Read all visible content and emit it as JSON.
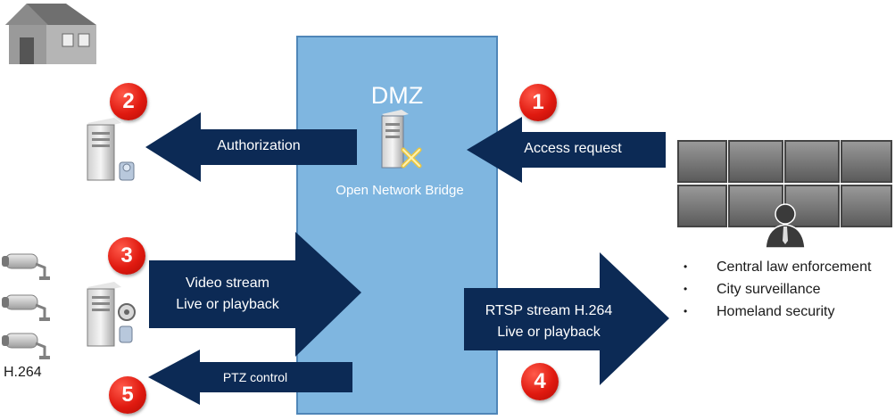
{
  "dmz": {
    "title": "DMZ",
    "bridge_label": "Open Network Bridge"
  },
  "arrows": {
    "authorization": "Authorization",
    "access_request": "Access request",
    "video_stream": [
      "Video stream",
      "Live or playback"
    ],
    "rtsp_stream": [
      "RTSP stream H.264",
      "Live or playback"
    ],
    "ptz_control": "PTZ control"
  },
  "badges": [
    "1",
    "2",
    "3",
    "4",
    "5"
  ],
  "camera_label": "H.264",
  "bullets": [
    "Central law enforcement",
    "City surveillance",
    "Homeland security"
  ],
  "colors": {
    "dmz_fill": "#7fb6e0",
    "arrow_fill": "#0c2a55",
    "badge": "#e01a10"
  },
  "icons": [
    "house-icon",
    "server-icon",
    "bridge-server-icon",
    "camera-icon",
    "recording-server-icon",
    "video-wall-icon",
    "operator-icon"
  ]
}
